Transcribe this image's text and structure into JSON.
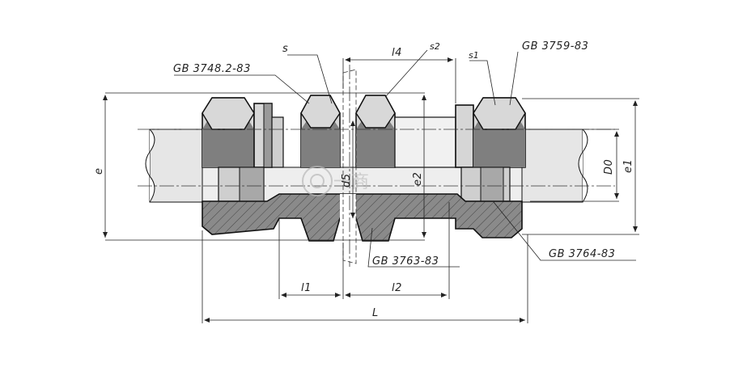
{
  "labels": {
    "s": "s",
    "s2": "s2",
    "s1": "s1",
    "l4": "l4",
    "std_nut_left": "GB 3748.2-83",
    "std_nut_right": "GB 3759-83",
    "std_body": "GB 3763-83",
    "std_sleeve": "GB 3764-83",
    "e": "e",
    "e1": "e1",
    "e2": "e2",
    "d5": "d5",
    "D0": "D0",
    "l1": "l1",
    "l2": "l2",
    "L": "L"
  },
  "watermark": {
    "text": "一商",
    "color": "#b8b8b8"
  },
  "colors": {
    "line": "#111111",
    "metal": "#d6d6d6",
    "shade": "#7f7f7f",
    "background": "#ffffff"
  }
}
